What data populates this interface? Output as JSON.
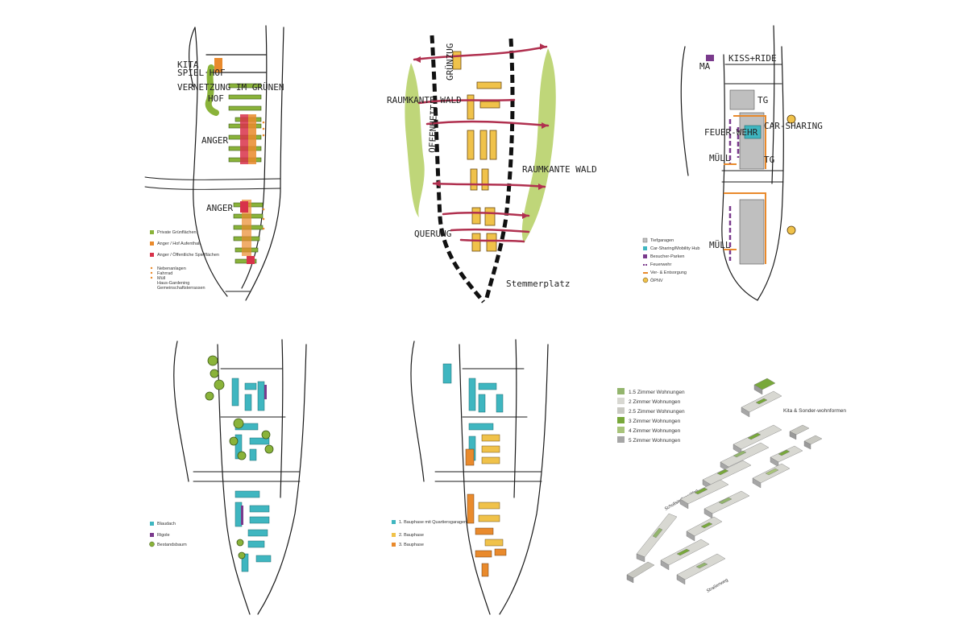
{
  "colors": {
    "green": "#8ab33a",
    "light_green": "#b8d26a",
    "orange": "#e98a2c",
    "red": "#d8324a",
    "wine": "#b0304f",
    "yellow": "#f0c24a",
    "teal": "#3fb6c0",
    "purple": "#7a3a8c",
    "grey": "#bfbfbf",
    "light_grey": "#e2e2e2"
  },
  "panel1": {
    "labels": {
      "kita": "KITA",
      "spielhof": "SPIEL HOF",
      "vernetzung": "VERNETZUNG IM GRÜNEN",
      "hof": "HOF",
      "anger1": "ANGER",
      "anger2": "ANGER"
    },
    "legend": [
      {
        "label": "Private Grünflächen",
        "icon": "green-square-icon"
      },
      {
        "label": "Anger / Hof Aufenthalt",
        "icon": "orange-square-icon"
      },
      {
        "label": "Anger / Öffentliche Spielflächen",
        "icon": "red-square-icon"
      }
    ],
    "legend_small": [
      "Nebenanlagen",
      "Fahrrad",
      "Müll",
      "Haus-Gardening",
      "Gemeinschaftsterrassen"
    ]
  },
  "panel2": {
    "labels": {
      "raumkante_wald_left": "RAUMKANTE WALD",
      "gruenzug": "GRÜNZUG",
      "offenheit": "OFFENHEIT",
      "raumkante_wald_right": "RAUMKANTE WALD",
      "querung": "QUERUNG",
      "signature": "Stemmerplatz"
    }
  },
  "panel3": {
    "labels": {
      "ma": "MA",
      "kissride": "KISS+RIDE",
      "feuerwehr": "FEUER-WEHR",
      "carsharing": "CAR-SHARING",
      "tg1": "TG",
      "tg2": "TG",
      "muell1": "MÜLL",
      "muell2": "MÜLL"
    },
    "legend": [
      {
        "label": "Tiefgaragen",
        "icon": "grey-square-icon"
      },
      {
        "label": "Car-Sharing/Mobility Hub",
        "icon": "teal-square-icon"
      },
      {
        "label": "Besucher-Parken",
        "icon": "purple-square-icon"
      },
      {
        "label": "Feuerwehr",
        "icon": "purple-arrow-icon"
      },
      {
        "label": "Ver- & Entsorgung",
        "icon": "orange-arrow-icon"
      },
      {
        "label": "ÖPNV",
        "icon": "bus-stop-icon"
      }
    ]
  },
  "panel4": {
    "legend": [
      {
        "label": "Blaudach",
        "icon": "teal-square-icon"
      },
      {
        "label": "Rigole",
        "icon": "purple-square-icon"
      },
      {
        "label": "Bestandsbaum",
        "icon": "tree-icon"
      }
    ]
  },
  "panel5": {
    "legend": [
      {
        "label": "1. Bauphase mit Quartiersgaragen",
        "icon": "teal-square-icon"
      },
      {
        "label": "2. Bauphase",
        "icon": "yellow-square-icon"
      },
      {
        "label": "3. Bauphase",
        "icon": "orange-square-icon"
      }
    ]
  },
  "panel6": {
    "legend": [
      {
        "label": "1.5 Zimmer Wohnungen",
        "color": "#93b56d"
      },
      {
        "label": "2 Zimmer Wohnungen",
        "color": "#d8d8d2"
      },
      {
        "label": "2.5 Zimmer Wohnungen",
        "color": "#c9c9c2"
      },
      {
        "label": "3 Zimmer Wohnungen",
        "color": "#78a83a"
      },
      {
        "label": "4 Zimmer Wohnungen",
        "color": "#a8c47a"
      },
      {
        "label": "5 Zimmer Wohnungen",
        "color": "#a6a6a6"
      }
    ],
    "kita_label": "Kita & Sonder-wohnformen",
    "street1": "Schollsiedlner Weg",
    "street2": "Straßenweg"
  }
}
